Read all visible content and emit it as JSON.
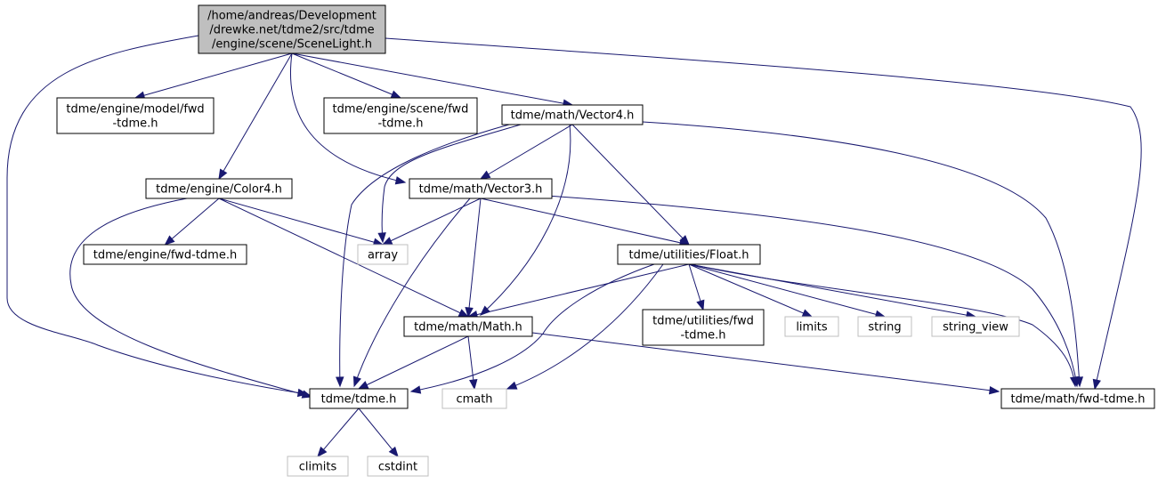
{
  "colors": {
    "edge": "#191970",
    "root_fill": "#bfbfbf",
    "system_border": "#bfbfbf",
    "node_border": "#000000"
  },
  "nodes": {
    "scenelight": {
      "lines": [
        "/home/andreas/Development",
        "/drewke.net/tdme2/src/tdme",
        "/engine/scene/SceneLight.h"
      ],
      "kind": "root"
    },
    "model_fwd": {
      "lines": [
        "tdme/engine/model/fwd",
        "-tdme.h"
      ],
      "kind": "file"
    },
    "scene_fwd": {
      "lines": [
        "tdme/engine/scene/fwd",
        "-tdme.h"
      ],
      "kind": "file"
    },
    "vector4": {
      "lines": [
        "tdme/math/Vector4.h"
      ],
      "kind": "file"
    },
    "color4": {
      "lines": [
        "tdme/engine/Color4.h"
      ],
      "kind": "file"
    },
    "vector3": {
      "lines": [
        "tdme/math/Vector3.h"
      ],
      "kind": "file"
    },
    "engine_fwd": {
      "lines": [
        "tdme/engine/fwd-tdme.h"
      ],
      "kind": "file"
    },
    "array": {
      "lines": [
        "array"
      ],
      "kind": "system"
    },
    "float": {
      "lines": [
        "tdme/utilities/Float.h"
      ],
      "kind": "file"
    },
    "math": {
      "lines": [
        "tdme/math/Math.h"
      ],
      "kind": "file"
    },
    "util_fwd": {
      "lines": [
        "tdme/utilities/fwd",
        "-tdme.h"
      ],
      "kind": "file"
    },
    "limits": {
      "lines": [
        "limits"
      ],
      "kind": "system"
    },
    "string": {
      "lines": [
        "string"
      ],
      "kind": "system"
    },
    "string_view": {
      "lines": [
        "string_view"
      ],
      "kind": "system"
    },
    "tdme": {
      "lines": [
        "tdme/tdme.h"
      ],
      "kind": "file"
    },
    "cmath": {
      "lines": [
        "cmath"
      ],
      "kind": "system"
    },
    "math_fwd": {
      "lines": [
        "tdme/math/fwd-tdme.h"
      ],
      "kind": "file"
    },
    "climits": {
      "lines": [
        "climits"
      ],
      "kind": "system"
    },
    "cstdint": {
      "lines": [
        "cstdint"
      ],
      "kind": "system"
    }
  },
  "edges": [
    [
      "scenelight",
      "model_fwd"
    ],
    [
      "scenelight",
      "scene_fwd"
    ],
    [
      "scenelight",
      "vector4"
    ],
    [
      "scenelight",
      "color4"
    ],
    [
      "scenelight",
      "vector3"
    ],
    [
      "scenelight",
      "tdme"
    ],
    [
      "scenelight",
      "math_fwd"
    ],
    [
      "vector4",
      "vector3"
    ],
    [
      "vector4",
      "array"
    ],
    [
      "vector4",
      "float"
    ],
    [
      "vector4",
      "math"
    ],
    [
      "vector4",
      "tdme"
    ],
    [
      "vector4",
      "math_fwd"
    ],
    [
      "color4",
      "engine_fwd"
    ],
    [
      "color4",
      "array"
    ],
    [
      "color4",
      "math"
    ],
    [
      "color4",
      "tdme"
    ],
    [
      "vector3",
      "array"
    ],
    [
      "vector3",
      "float"
    ],
    [
      "vector3",
      "math"
    ],
    [
      "vector3",
      "tdme"
    ],
    [
      "vector3",
      "math_fwd"
    ],
    [
      "float",
      "math"
    ],
    [
      "float",
      "util_fwd"
    ],
    [
      "float",
      "limits"
    ],
    [
      "float",
      "string"
    ],
    [
      "float",
      "string_view"
    ],
    [
      "float",
      "tdme"
    ],
    [
      "float",
      "cmath"
    ],
    [
      "float",
      "math_fwd"
    ],
    [
      "math",
      "tdme"
    ],
    [
      "math",
      "cmath"
    ],
    [
      "math",
      "math_fwd"
    ],
    [
      "tdme",
      "climits"
    ],
    [
      "tdme",
      "cstdint"
    ]
  ]
}
